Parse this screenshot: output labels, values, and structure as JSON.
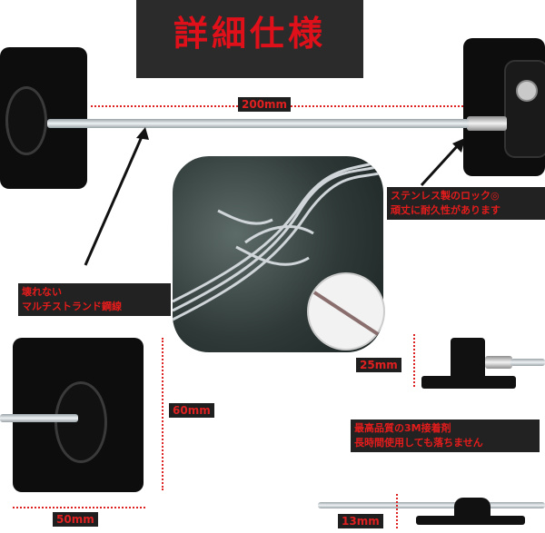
{
  "title": "詳細仕様",
  "dims": {
    "cable_length": "200mm",
    "height": "60mm",
    "width": "50mm",
    "lock_height": "25mm",
    "small_lock_height": "13mm"
  },
  "labels": {
    "lock_line1": "ステンレス製のロック◎",
    "lock_line2": "頑丈に耐久性があります",
    "strand_line1": "壊れない",
    "strand_line2": "マルチストランド鋼線",
    "tape_line1": "最高品質の3M接着剤",
    "tape_line2": "長時間使用しても落ちません"
  },
  "colors": {
    "accent": "#e41c1c",
    "label_bg": "#222222",
    "pad": "#0d0d0d"
  }
}
